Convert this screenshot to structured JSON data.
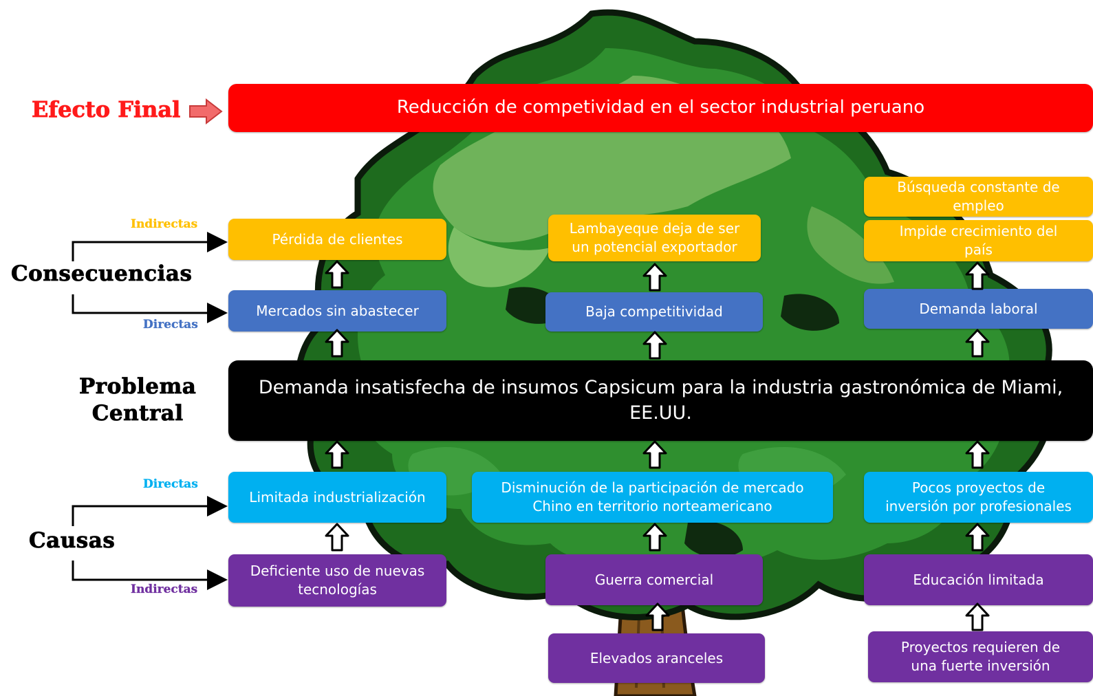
{
  "colors": {
    "efecto_final": "#ff0000",
    "problema": "#000000",
    "consecuencia_indirecta": "#ffbf00",
    "consecuencia_directa": "#4472c4",
    "causa_directa": "#00b0f0",
    "causa_indirecta": "#7030a0",
    "label_indirectas_top": "#ffc000",
    "label_directas": "#4472c4",
    "label_directas_causa": "#00b0f0",
    "label_indirectas_bottom": "#7030a0"
  },
  "left_labels": {
    "efecto_final": "Efecto Final",
    "consecuencias": "Consecuencias",
    "indirectas_top": "Indirectas",
    "directas_top": "Directas",
    "problema_line1": "Problema",
    "problema_line2": "Central",
    "directas_bottom": "Directas",
    "causas": "Causas",
    "indirectas_bottom": "Indirectas"
  },
  "efecto_final": "Reducción de competividad en el sector industrial peruano",
  "problema_central": {
    "line1": "Demanda insatisfecha de insumos Capsicum para la industria gastronómica de Miami,",
    "line2": "EE.UU."
  },
  "consecuencias_indirectas": {
    "col1": {
      "line1": "Pérdida de clientes",
      "line2": ""
    },
    "col2": {
      "line1": "Lambayeque deja de ser",
      "line2": "un potencial exportador"
    },
    "col3a": {
      "line1": "Búsqueda constante de",
      "line2": "empleo"
    },
    "col3b": {
      "line1": "Impide crecimiento del",
      "line2": "país"
    }
  },
  "consecuencias_directas": {
    "col1": "Mercados sin abastecer",
    "col2": "Baja competitividad",
    "col3": "Demanda laboral"
  },
  "causas_directas": {
    "col1": {
      "line1": "Limitada industrialización",
      "line2": ""
    },
    "col2": {
      "line1": "Disminución de la participación de mercado",
      "line2": "Chino en territorio norteamericano"
    },
    "col3": {
      "line1": "Pocos proyectos de",
      "line2": "inversión por profesionales"
    }
  },
  "causas_indirectas": {
    "col1": {
      "line1": "Deficiente uso de nuevas",
      "line2": "tecnologías"
    },
    "col2a": "Guerra comercial",
    "col2b": "Elevados aranceles",
    "col3a": "Educación limitada",
    "col3b": {
      "line1": "Proyectos requieren de",
      "line2": "una fuerte inversión"
    }
  }
}
